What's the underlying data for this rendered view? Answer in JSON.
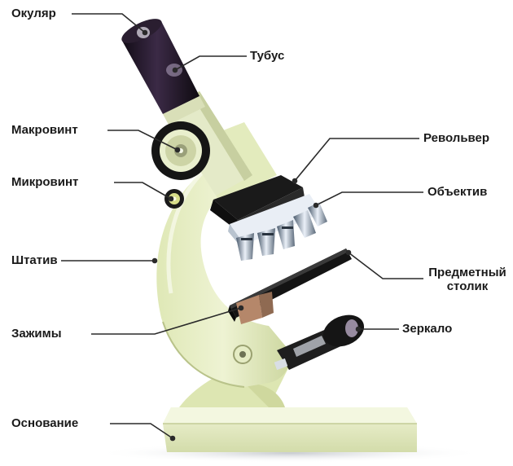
{
  "labels": {
    "eyepiece": "Окуляр",
    "tube": "Тубус",
    "coarse_focus": "Макровинт",
    "fine_focus": "Микровинт",
    "revolver": "Револьвер",
    "objective": "Объектив",
    "arm": "Штатив",
    "stage_line1": "Предметный",
    "stage_line2": "столик",
    "clips": "Зажимы",
    "mirror": "Зеркало",
    "base": "Основание"
  },
  "colors": {
    "body": "#e7efc6",
    "body_shade": "#c9d39c",
    "dark": "#1c1c1c",
    "tube_purple": "#2b1d33",
    "leader": "#2a2a2a"
  }
}
